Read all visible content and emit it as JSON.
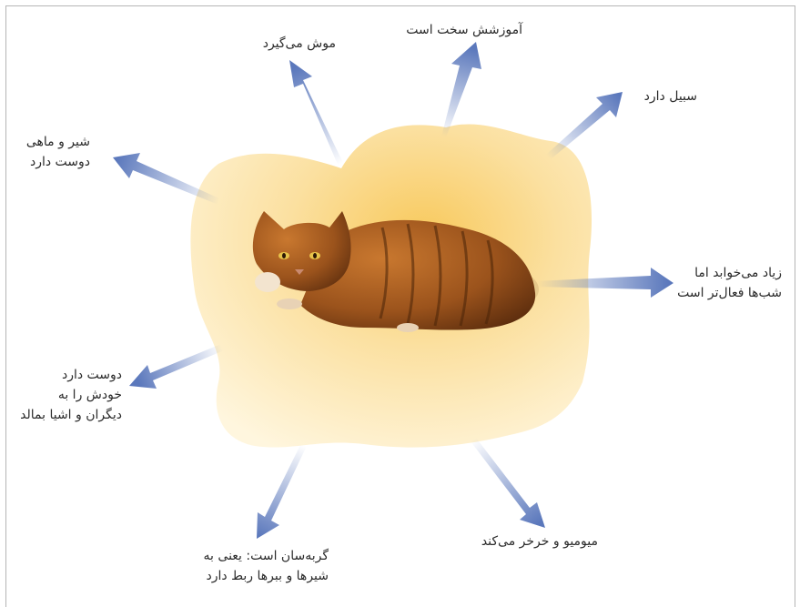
{
  "center": {
    "image": "cat-photo"
  },
  "labels": {
    "catches_mice": "موش می‌گیرد",
    "hard_to_train": "آموزشش سخت است",
    "has_whiskers": "سبیل دارد",
    "likes_milk_fish_line1": "شیر و ماهی",
    "likes_milk_fish_line2": "دوست دارد",
    "sleeps_line1": "زیاد می‌خوابد اما",
    "sleeps_line2": "شب‌ها فعال‌تر است",
    "rubs_line1": "دوست دارد",
    "rubs_line2": "خودش را به",
    "rubs_line3": "دیگران و اشیا بمالد",
    "meows_purrs": "میومیو و خرخر می‌کند",
    "feline_line1": "گربه‌سان است: یعنی به",
    "feline_line2": "شیرها و ببرها ربط دارد"
  },
  "colors": {
    "arrow": "#5b78bc",
    "blob_center": "#f9cf6a",
    "blob_edge": "#fff3d4"
  }
}
